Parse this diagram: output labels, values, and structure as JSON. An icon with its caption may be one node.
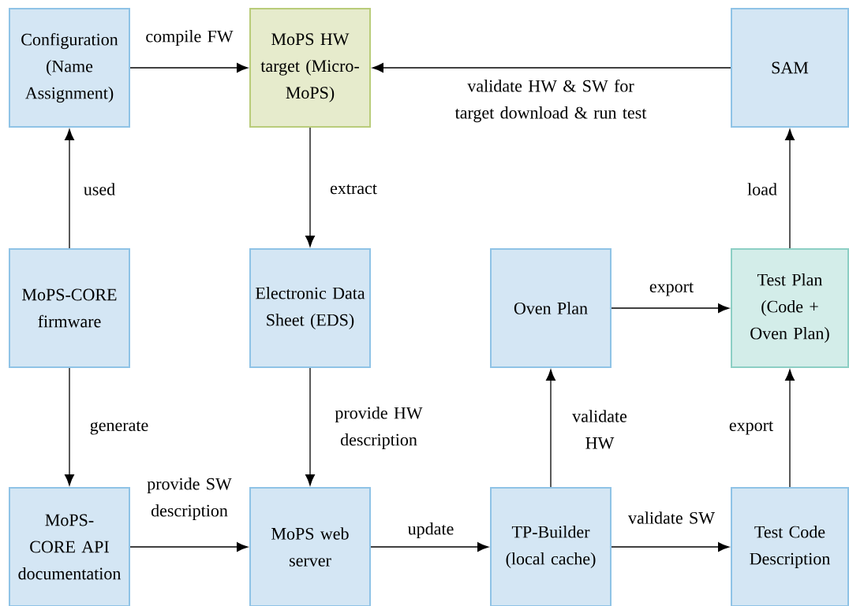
{
  "diagram": {
    "nodes": [
      {
        "text": [
          "Configuration (Name Assignment)"
        ]
      },
      {
        "text": [
          "MoPS HW target (Micro-MoPS)"
        ]
      },
      {
        "text": [
          "SAM"
        ]
      },
      {
        "text": [
          "MoPS-CORE firmware"
        ]
      },
      {
        "text": [
          "Electronic Data Sheet (EDS)"
        ]
      },
      {
        "text": [
          "Oven Plan"
        ]
      },
      {
        "text": [
          "Test Plan (Code + Oven Plan)"
        ]
      },
      {
        "text": [
          "MoPS-CORE API documentation"
        ]
      },
      {
        "text": [
          "MoPS web server"
        ]
      },
      {
        "text": [
          "TP-Builder (local cache)"
        ]
      },
      {
        "text": [
          "Test Code Description"
        ]
      }
    ],
    "edges": [
      {
        "from": 0,
        "to": 1,
        "arrow": "to",
        "label": "compile FW"
      },
      {
        "from": 2,
        "to": 1,
        "arrow": "to",
        "label": "validate HW & SW for target download & run test"
      },
      {
        "from": 1,
        "to": 4,
        "arrow": "to",
        "label": "extract"
      },
      {
        "from": 3,
        "to": 0,
        "arrow": "to",
        "label": "used"
      },
      {
        "from": 3,
        "to": 7,
        "arrow": "to",
        "label": "generate"
      },
      {
        "from": 4,
        "to": 8,
        "arrow": "to",
        "label": "provide HW description"
      },
      {
        "from": 7,
        "to": 8,
        "arrow": "to",
        "label": "provide SW description"
      },
      {
        "from": 8,
        "to": 9,
        "arrow": "to",
        "label": "update"
      },
      {
        "from": 9,
        "to": 5,
        "arrow": "to",
        "label": "validate HW"
      },
      {
        "from": 9,
        "to": 10,
        "arrow": "to",
        "label": "validate SW"
      },
      {
        "from": 5,
        "to": 6,
        "arrow": "to",
        "label": "export"
      },
      {
        "from": 10,
        "to": 6,
        "arrow": "to",
        "label": "export"
      },
      {
        "from": 6,
        "to": 2,
        "arrow": "to",
        "label": "load"
      }
    ]
  }
}
